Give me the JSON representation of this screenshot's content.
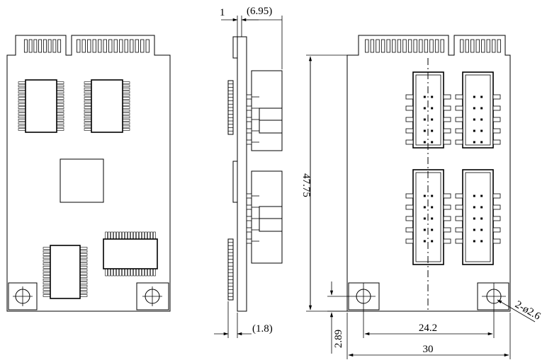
{
  "dimensions": {
    "thickness_top": "1",
    "connector_depth": "(6.95)",
    "height": "47.75",
    "thickness_bottom": "(1.8)",
    "hole_spacing": "24.2",
    "hole_offset": "2.89",
    "board_width": "30",
    "hole_callout": "2-ø2.6"
  }
}
